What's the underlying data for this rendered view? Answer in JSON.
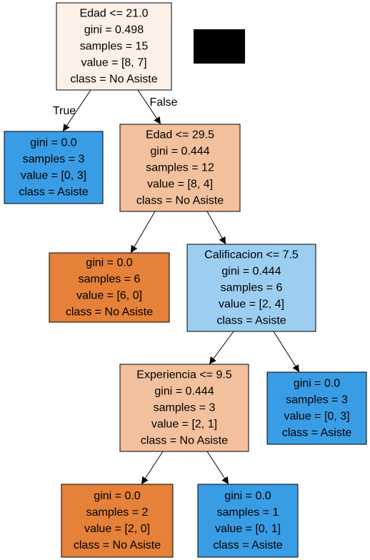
{
  "tree": {
    "nodes": [
      {
        "id": "n0",
        "lines": [
          "Edad <= 21.0",
          "gini = 0.498",
          "samples = 15",
          "value = [8, 7]",
          "class = No Asiste"
        ],
        "fill": "#fdf0e7"
      },
      {
        "id": "n1",
        "lines": [
          "gini = 0.0",
          "samples = 3",
          "value = [0, 3]",
          "class = Asiste"
        ],
        "fill": "#399de5"
      },
      {
        "id": "n2",
        "lines": [
          "Edad <= 29.5",
          "gini = 0.444",
          "samples = 12",
          "value = [8, 4]",
          "class = No Asiste"
        ],
        "fill": "#f2c09c"
      },
      {
        "id": "n3",
        "lines": [
          "gini = 0.0",
          "samples = 6",
          "value = [6, 0]",
          "class = No Asiste"
        ],
        "fill": "#e58139"
      },
      {
        "id": "n4",
        "lines": [
          "Calificacion <= 7.5",
          "gini = 0.444",
          "samples = 6",
          "value = [2, 4]",
          "class = Asiste"
        ],
        "fill": "#9ccef2"
      },
      {
        "id": "n5",
        "lines": [
          "Experiencia <= 9.5",
          "gini = 0.444",
          "samples = 3",
          "value = [2, 1]",
          "class = No Asiste"
        ],
        "fill": "#f2c09c"
      },
      {
        "id": "n6",
        "lines": [
          "gini = 0.0",
          "samples = 3",
          "value = [0, 3]",
          "class = Asiste"
        ],
        "fill": "#399de5"
      },
      {
        "id": "n7",
        "lines": [
          "gini = 0.0",
          "samples = 2",
          "value = [2, 0]",
          "class = No Asiste"
        ],
        "fill": "#e58139"
      },
      {
        "id": "n8",
        "lines": [
          "gini = 0.0",
          "samples = 1",
          "value = [0, 1]",
          "class = Asiste"
        ],
        "fill": "#399de5"
      }
    ],
    "edge_labels": {
      "true_label": "True",
      "false_label": "False"
    },
    "redaction_color": "#000000"
  }
}
